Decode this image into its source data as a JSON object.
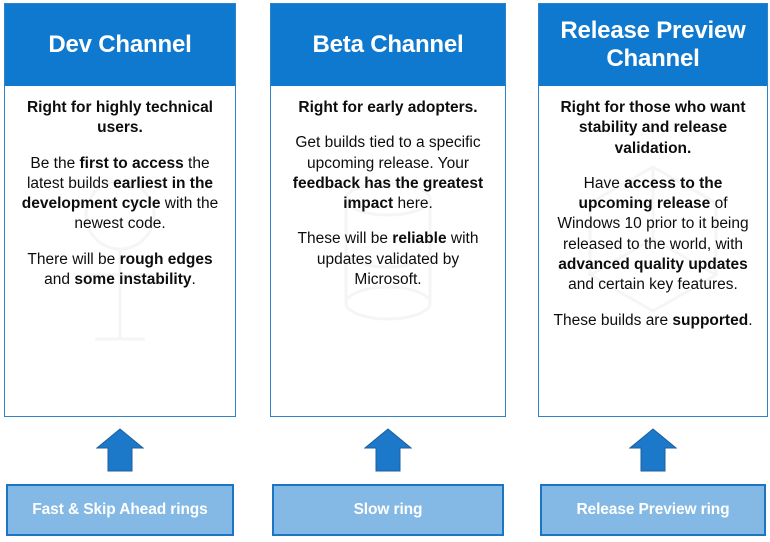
{
  "colors": {
    "header_blue": "#0f79cf",
    "card_border": "#2e83c8",
    "arrow_blue": "#1c78c8",
    "ring_bar_fill": "#83b9e4",
    "ring_bar_border": "#1c74c4",
    "body_text": "#0d0d0d",
    "header_text": "#ffffff",
    "page_background": "#ffffff"
  },
  "columns": [
    {
      "id": "dev-channel",
      "header_title": "Dev Channel",
      "paragraphs": [
        {
          "lead": true,
          "runs": [
            {
              "text": "Right for highly technical users.",
              "bold": true
            }
          ]
        },
        {
          "lead": false,
          "runs": [
            {
              "text": "Be the ",
              "bold": false
            },
            {
              "text": "first to access",
              "bold": true
            },
            {
              "text": " the latest builds ",
              "bold": false
            },
            {
              "text": "earliest in the development cycle",
              "bold": true
            },
            {
              "text": " with the newest code.",
              "bold": false
            }
          ]
        },
        {
          "lead": false,
          "runs": [
            {
              "text": "There will be ",
              "bold": false
            },
            {
              "text": "rough edges",
              "bold": true
            },
            {
              "text": " and ",
              "bold": false
            },
            {
              "text": "some instability",
              "bold": true
            },
            {
              "text": ".",
              "bold": false
            }
          ]
        }
      ],
      "arrow_icon": "arrow-up-icon",
      "ring_label": "Fast & Skip Ahead rings"
    },
    {
      "id": "beta-channel",
      "header_title": "Beta Channel",
      "paragraphs": [
        {
          "lead": true,
          "runs": [
            {
              "text": "Right for early adopters.",
              "bold": true
            }
          ]
        },
        {
          "lead": false,
          "runs": [
            {
              "text": "Get builds tied to a specific upcoming release. Your ",
              "bold": false
            },
            {
              "text": "feedback has the greatest impact",
              "bold": true
            },
            {
              "text": " here.",
              "bold": false
            }
          ]
        },
        {
          "lead": false,
          "runs": [
            {
              "text": "These will be ",
              "bold": false
            },
            {
              "text": "reliable",
              "bold": true
            },
            {
              "text": " with updates validated by Microsoft.",
              "bold": false
            }
          ]
        }
      ],
      "arrow_icon": "arrow-up-icon",
      "ring_label": "Slow ring"
    },
    {
      "id": "release-preview-channel",
      "header_title": "Release Preview Channel",
      "paragraphs": [
        {
          "lead": true,
          "runs": [
            {
              "text": "Right for those who want stability and release validation.",
              "bold": true
            }
          ]
        },
        {
          "lead": false,
          "runs": [
            {
              "text": "Have ",
              "bold": false
            },
            {
              "text": "access to the upcoming release",
              "bold": true
            },
            {
              "text": " of Windows 10 prior to it being released to the world, with ",
              "bold": false
            },
            {
              "text": "advanced quality updates",
              "bold": true
            },
            {
              "text": " and certain key features.",
              "bold": false
            }
          ]
        },
        {
          "lead": false,
          "runs": [
            {
              "text": "These builds are ",
              "bold": false
            },
            {
              "text": "supported",
              "bold": true
            },
            {
              "text": ".",
              "bold": false
            }
          ]
        }
      ],
      "arrow_icon": "arrow-up-icon",
      "ring_label": "Release Preview ring"
    }
  ]
}
